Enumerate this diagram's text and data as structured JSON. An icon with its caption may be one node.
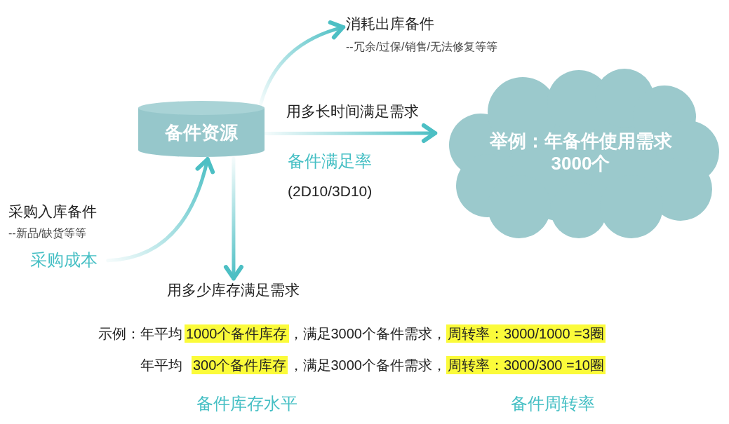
{
  "diagram": {
    "nodes": [
      {
        "text": [
          "消耗出库备件",
          "--冗余/过保/销售/无法修复等等"
        ]
      },
      {
        "text": [
          "备件资源"
        ]
      },
      {
        "text": [
          "举例：年备件使用需求3000个"
        ]
      },
      {
        "text": [
          "采购入库备件",
          "--新品/缺货等等",
          "采购成本"
        ]
      },
      {
        "text": [
          "用多少库存满足需求"
        ]
      },
      {
        "text": [
          "1000个备件库存"
        ]
      },
      {
        "text": [
          "周转率：3000/1000 =3圈"
        ]
      },
      {
        "text": [
          "300个备件库存"
        ]
      },
      {
        "text": [
          "周转率：3000/300 =10圈"
        ]
      }
    ],
    "edges": [
      {
        "from": 1,
        "to": 0,
        "arrow": "to"
      },
      {
        "from": 1,
        "to": 2,
        "arrow": "to",
        "label": "用多长时间满足需求"
      },
      {
        "from": 3,
        "to": 1,
        "arrow": "to"
      },
      {
        "from": 1,
        "to": 4,
        "arrow": "to"
      }
    ],
    "labels": [
      "备件满足率",
      "(2D10/3D10)",
      "示例：年平均",
      "，满足3000个备件需求，",
      "年平均",
      "，满足3000个备件需求，",
      "备件库存水平",
      "备件周转率"
    ]
  }
}
